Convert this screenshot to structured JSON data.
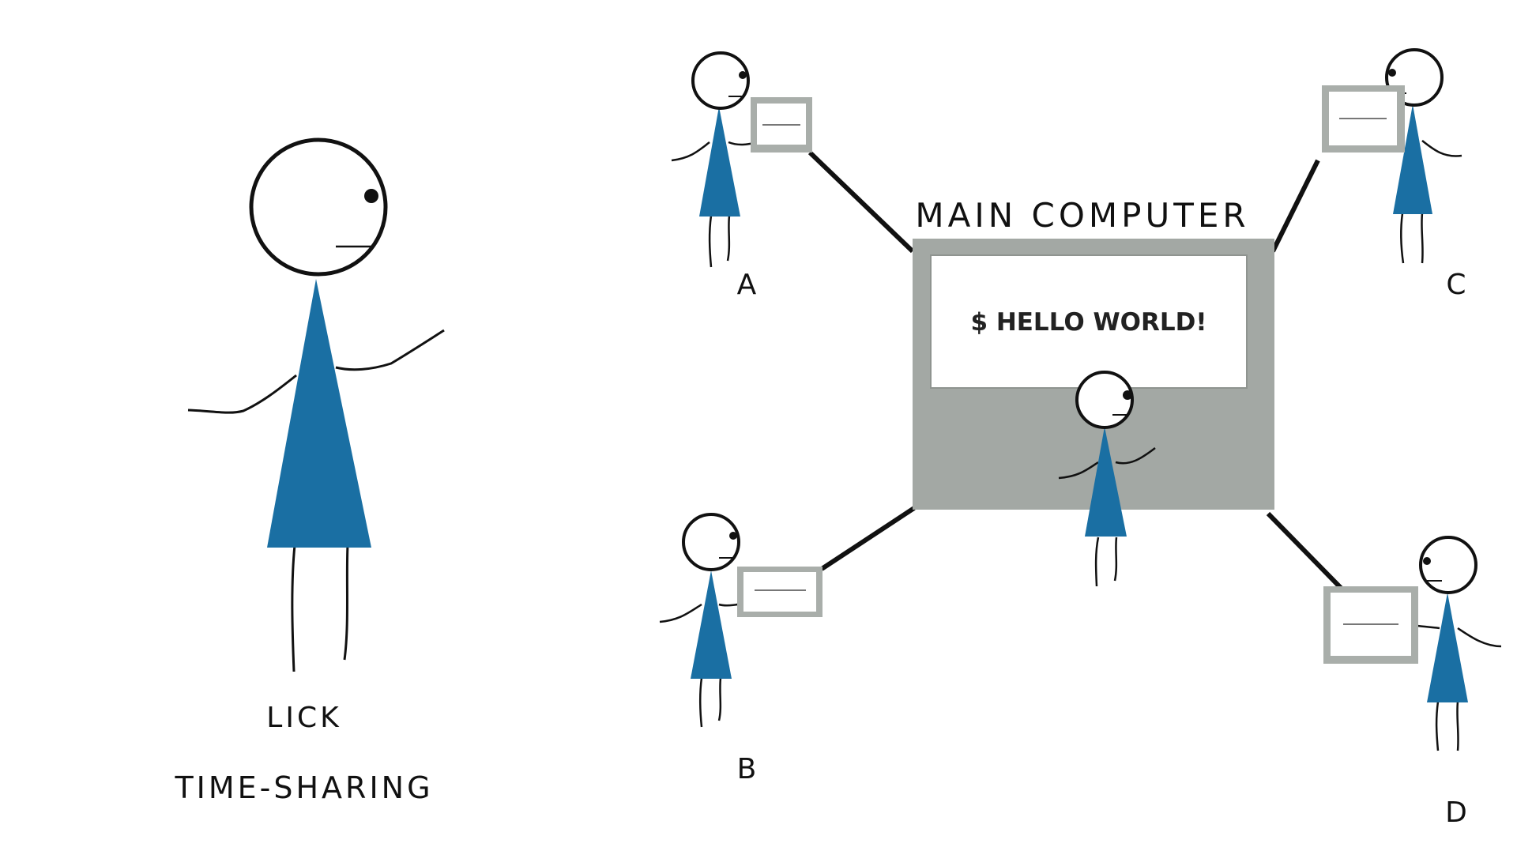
{
  "labels": {
    "person_name": "LICK",
    "concept": "TIME-SHARING",
    "main_computer": "MAIN COMPUTER",
    "terminal_a": "A",
    "terminal_b": "B",
    "terminal_c": "C",
    "terminal_d": "D"
  },
  "main_screen": {
    "text": "$ HELLO WORLD!"
  },
  "colors": {
    "body_blue": "#1a6fa3",
    "computer_gray": "#a3a8a4",
    "frame_gray": "#a9aeaa",
    "line_black": "#111111",
    "background": "#ffffff"
  }
}
